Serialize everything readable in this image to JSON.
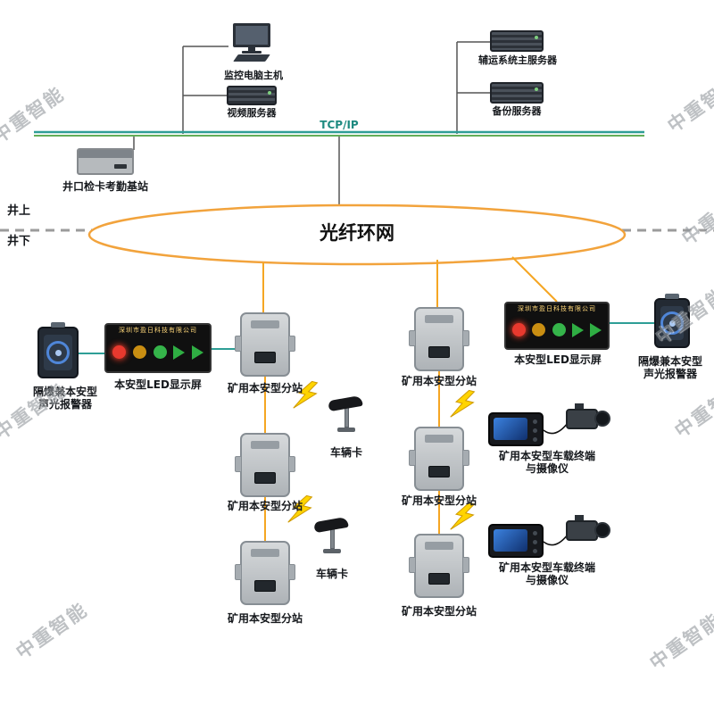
{
  "watermark": "中重智能",
  "colors": {
    "ring_orange": "#f2a33c",
    "bus_teal": "#2e9e96",
    "bus_green": "#63ae58",
    "connector_orange": "#f5a623",
    "lightning_yellow": "#ffd400",
    "led_red": "#e8392e",
    "led_amber": "#c98e12",
    "led_green": "#35b44a"
  },
  "header": {
    "monitor_host": "监控电脑主机",
    "video_server": "视频服务器",
    "aux_main_server": "辅运系统主服务器",
    "backup_server": "备份服务器",
    "bus_label": "TCP/IP",
    "attendance_station": "井口检卡考勤基站"
  },
  "divider": {
    "above": "井上",
    "below": "井下"
  },
  "ring": {
    "label": "光纤环网"
  },
  "labels": {
    "substation": "矿用本安型分站",
    "vehicle_card": "车辆卡",
    "led_display": "本安型LED显示屏",
    "led_company": "深圳市盈日科技有限公司",
    "alarm_line1": "隔爆兼本安型",
    "alarm_line2": "声光报警器",
    "terminal_line1": "矿用本安型车载终端",
    "terminal_line2": "与摄像仪"
  }
}
